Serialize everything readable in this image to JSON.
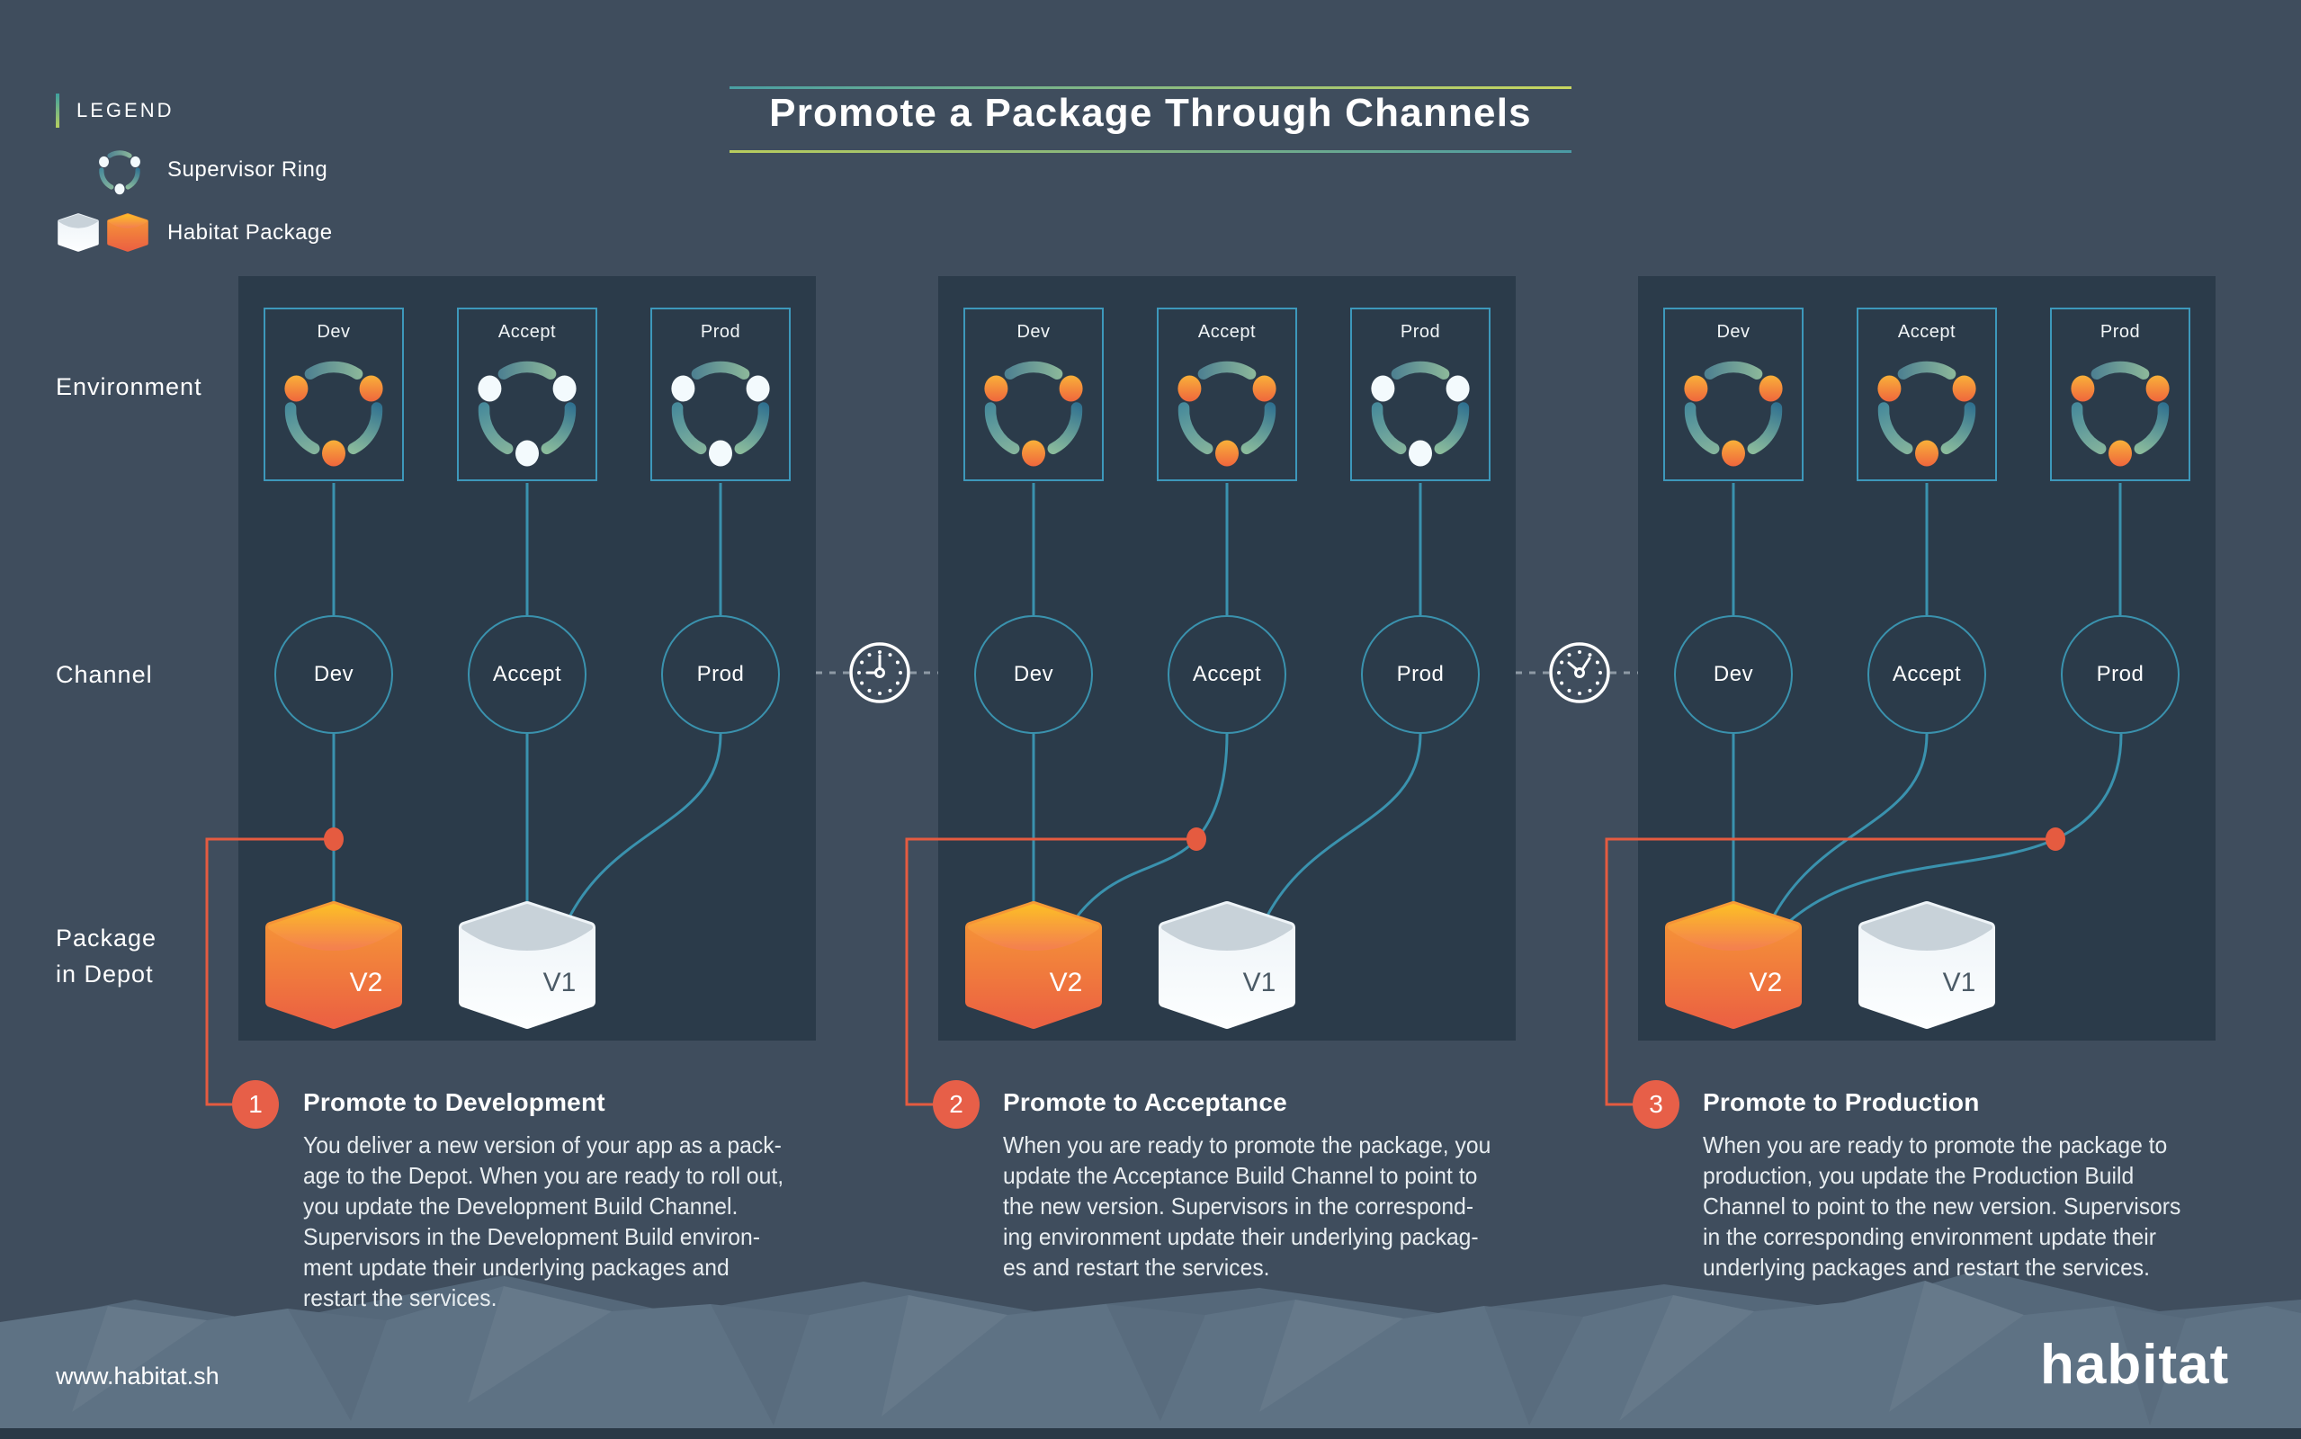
{
  "title": "Promote a Package Through Channels",
  "legend": {
    "heading": "LEGEND",
    "supervisor_ring_label": "Supervisor Ring",
    "habitat_package_label": "Habitat Package"
  },
  "row_labels": {
    "environment": "Environment",
    "channel": "Channel",
    "package_line1": "Package",
    "package_line2": "in Depot"
  },
  "panels": [
    {
      "environments": [
        {
          "label": "Dev",
          "state": "orange"
        },
        {
          "label": "Accept",
          "state": "white"
        },
        {
          "label": "Prod",
          "state": "white"
        }
      ],
      "channels": [
        {
          "label": "Dev"
        },
        {
          "label": "Accept"
        },
        {
          "label": "Prod"
        }
      ],
      "packages": [
        {
          "label": "V2",
          "color": "orange"
        },
        {
          "label": "V1",
          "color": "white"
        }
      ],
      "step": {
        "number": "1",
        "title": "Promote to Development",
        "description": "You deliver a new version of your app as a pack-\nage to the Depot. When you are ready to roll out,\nyou update the Development Build Channel.\nSupervisors in the Development Build environ-\nment update their underlying packages and\nrestart the services."
      }
    },
    {
      "environments": [
        {
          "label": "Dev",
          "state": "orange"
        },
        {
          "label": "Accept",
          "state": "orange"
        },
        {
          "label": "Prod",
          "state": "white"
        }
      ],
      "channels": [
        {
          "label": "Dev"
        },
        {
          "label": "Accept"
        },
        {
          "label": "Prod"
        }
      ],
      "packages": [
        {
          "label": "V2",
          "color": "orange"
        },
        {
          "label": "V1",
          "color": "white"
        }
      ],
      "step": {
        "number": "2",
        "title": "Promote to Acceptance",
        "description": "When you are ready to promote the package, you\nupdate the Acceptance Build Channel to point to\nthe new version. Supervisors in the correspond-\ning environment update their underlying packag-\nes and restart the services."
      }
    },
    {
      "environments": [
        {
          "label": "Dev",
          "state": "orange"
        },
        {
          "label": "Accept",
          "state": "orange"
        },
        {
          "label": "Prod",
          "state": "orange"
        }
      ],
      "channels": [
        {
          "label": "Dev"
        },
        {
          "label": "Accept"
        },
        {
          "label": "Prod"
        }
      ],
      "packages": [
        {
          "label": "V2",
          "color": "orange"
        },
        {
          "label": "V1",
          "color": "white"
        }
      ],
      "step": {
        "number": "3",
        "title": "Promote to Production",
        "description": "When you are ready to promote the package to\nproduction, you update the Production Build\nChannel to point to the new version. Supervisors\nin the corresponding environment update their\nunderlying packages and restart the services."
      }
    }
  ],
  "footer": {
    "url": "www.habitat.sh",
    "logo": "habitat"
  },
  "colors": {
    "background": "#3f4d5d",
    "panel": "#2b3b4a",
    "accent_red": "#e75f48",
    "line_blue": "#3a92ae",
    "box_border": "#3d98bb",
    "package_orange_top": "#fcbb28",
    "package_orange_bottom": "#eb6142",
    "package_white": "#f4f9fb",
    "arc_blue": "#2f7090",
    "arc_green": "#8bb79a",
    "mountain": "#5e7284"
  }
}
